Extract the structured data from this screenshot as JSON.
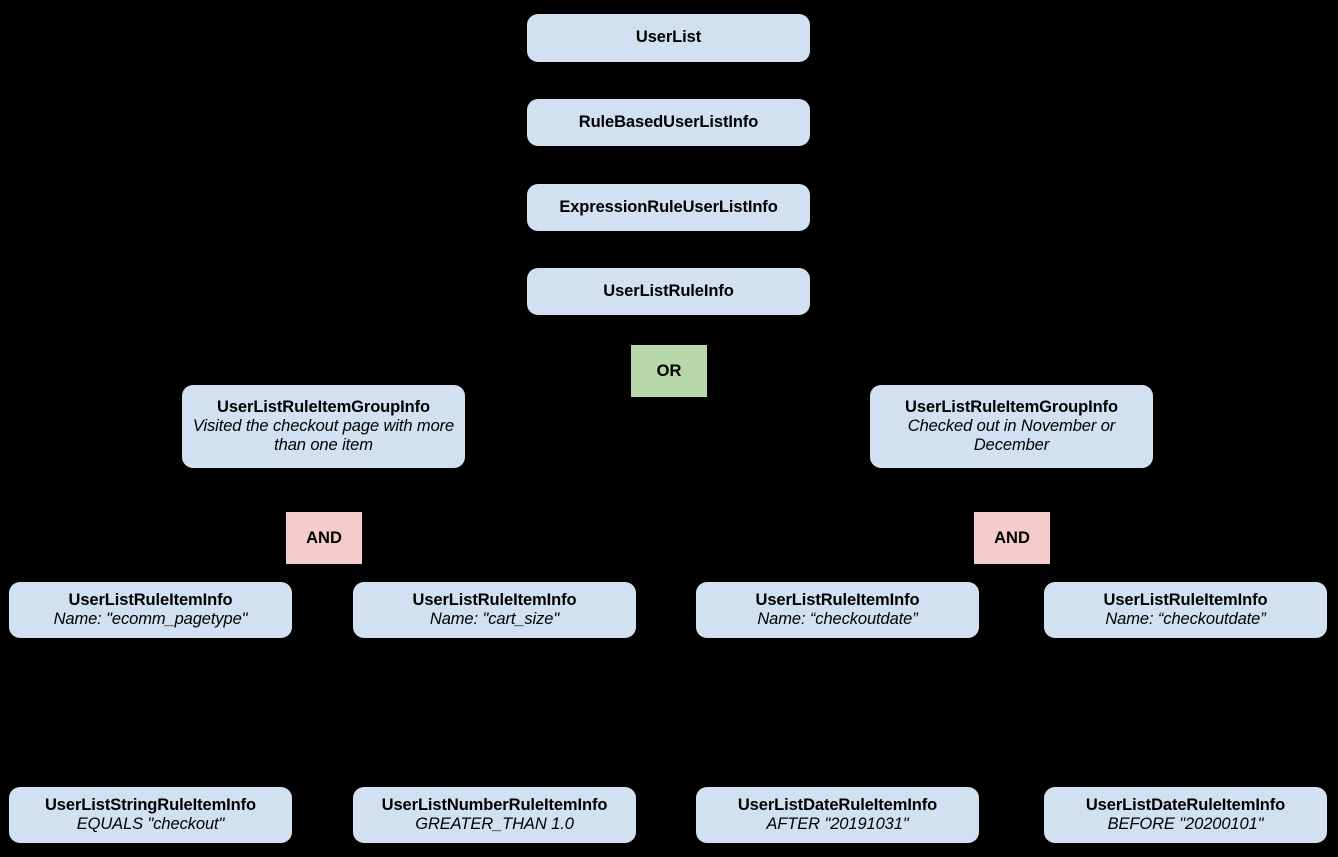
{
  "diagram": {
    "background_color": "#000000",
    "node_fill": "#d1e1f1",
    "or_color": "#b6d7a8",
    "and_color": "#f4cccc",
    "edge_color": "#000000",
    "nodes": {
      "user_list": {
        "title": "UserList"
      },
      "rule_based": {
        "title": "RuleBasedUserListInfo"
      },
      "expression_rule": {
        "title": "ExpressionRuleUserListInfo"
      },
      "user_list_rule": {
        "title": "UserListRuleInfo"
      },
      "group_left": {
        "title": "UserListRuleItemGroupInfo",
        "subtitle": "Visited the checkout page with more than one item"
      },
      "group_right": {
        "title": "UserListRuleItemGroupInfo",
        "subtitle": "Checked out in November or December"
      },
      "item_pagetype": {
        "title": "UserListRuleItemInfo",
        "subtitle": "Name: \"ecomm_pagetype\""
      },
      "item_cart_size": {
        "title": "UserListRuleItemInfo",
        "subtitle": "Name: \"cart_size\""
      },
      "item_checkoutdate_1": {
        "title": "UserListRuleItemInfo",
        "subtitle": "Name: “checkoutdate”"
      },
      "item_checkoutdate_2": {
        "title": "UserListRuleItemInfo",
        "subtitle": "Name: “checkoutdate”"
      },
      "leaf_string": {
        "title": "UserListStringRuleItemInfo",
        "subtitle": "EQUALS \"checkout\""
      },
      "leaf_number": {
        "title": "UserListNumberRuleItemInfo",
        "subtitle": "GREATER_THAN 1.0"
      },
      "leaf_date_after": {
        "title": "UserListDateRuleItemInfo",
        "subtitle": "AFTER \"20191031\""
      },
      "leaf_date_before": {
        "title": "UserListDateRuleItemInfo",
        "subtitle": "BEFORE \"20200101\""
      }
    },
    "operators": {
      "or": {
        "label": "OR"
      },
      "and_left": {
        "label": "AND"
      },
      "and_right": {
        "label": "AND"
      }
    }
  }
}
